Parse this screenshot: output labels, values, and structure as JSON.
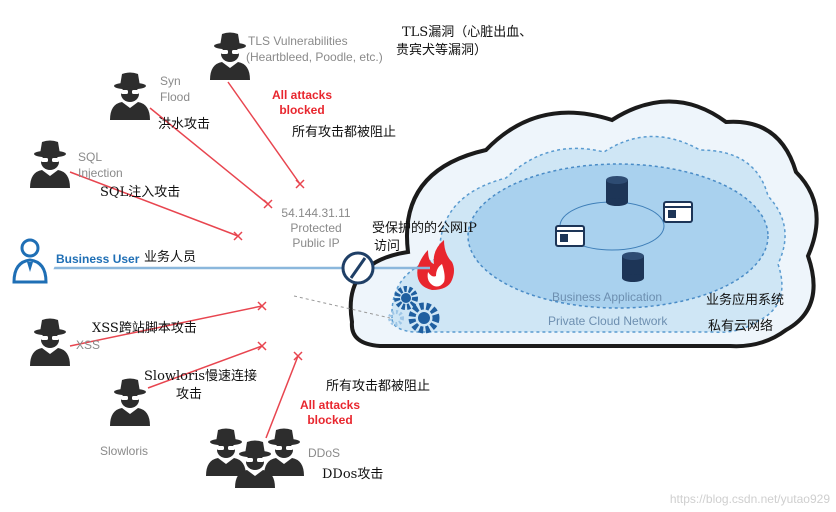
{
  "attackers": {
    "tls": "TLS Vulnerabilities",
    "tls_sub": "(Heartbleed, Poodle, etc.)",
    "syn_1": "Syn",
    "syn_2": "Flood",
    "sql_1": "SQL",
    "sql_2": "Injection",
    "xss": "XSS",
    "slowloris": "Slowloris",
    "ddos": "DDoS"
  },
  "notes": {
    "tls_cn_1": "TLS漏洞（心脏出血、",
    "tls_cn_2": "贵宾犬等漏洞）",
    "syn_cn": "洪水攻击",
    "sql_cn": "SQL注入攻击",
    "xss_cn": "XSS跨站脚本攻击",
    "slow_cn_1": "Slowloris慢速连接",
    "slow_cn_2": "攻击",
    "ddos_cn": "DDos攻击",
    "blocked_cn_top": "所有攻击都被阻止",
    "blocked_cn_bottom": "所有攻击都被阻止",
    "protected_cn_1": "受保护的的公网IP",
    "protected_cn_2": "访问",
    "business_user_cn": "业务人员",
    "business_app_cn": "业务应用系统",
    "private_cloud_cn": "私有云网络"
  },
  "blocked": {
    "line1": "All attacks",
    "line2": "blocked"
  },
  "ip": {
    "address": "54.144.31.11",
    "line2": "Protected",
    "line3": "Public IP"
  },
  "business_user": "Business User",
  "cloud": {
    "app": "Business Application",
    "network": "Private Cloud Network"
  },
  "watermark": "https://blog.csdn.net/yutao929",
  "colors": {
    "attack_line": "#e8454f",
    "user_blue": "#1f6fb5",
    "cloud_fill": "#cfe6f5",
    "inner_fill": "#a9d1ee",
    "fire": "#e8262e"
  }
}
